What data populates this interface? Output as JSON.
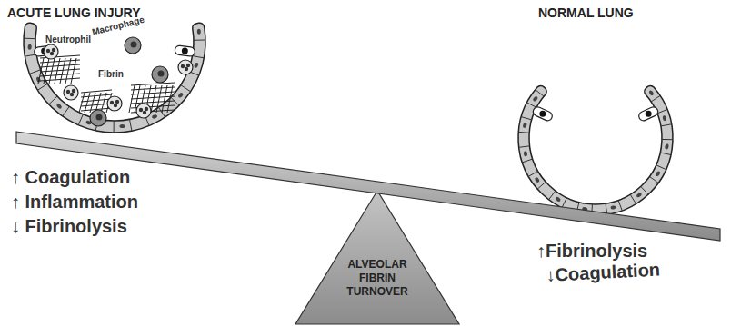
{
  "diagram": {
    "nodes": [
      {
        "text": [
          "ACUTE LUNG INJURY"
        ]
      },
      {
        "text": [
          "NORMAL LUNG"
        ]
      },
      {
        "text": [
          "ALVEOLAR FIBRIN TURNOVER"
        ]
      }
    ],
    "labels": [
      "Neutrophil",
      "Macrophage",
      "Fibrin",
      "↑ Coagulation",
      "↑ Inflammation",
      "↓ Fibrinolysis",
      "↑Fibrinolysis",
      "↓Coagulation"
    ]
  }
}
